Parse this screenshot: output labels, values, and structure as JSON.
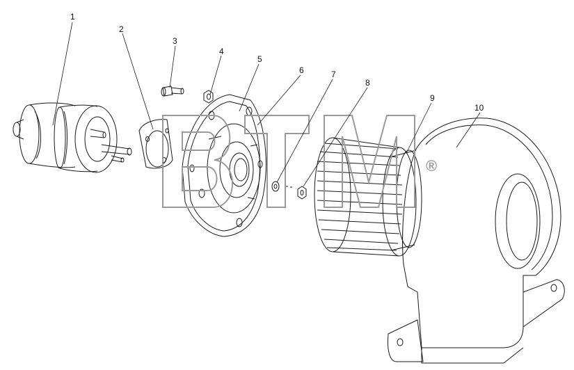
{
  "diagram": {
    "callouts": [
      "1",
      "2",
      "3",
      "4",
      "5",
      "6",
      "7",
      "8",
      "9",
      "10"
    ]
  },
  "watermark": {
    "text": "BTM",
    "symbol": "®",
    "color": "#9a9a9a"
  },
  "colors": {
    "line": "#1a1a1a",
    "background": "#ffffff"
  }
}
